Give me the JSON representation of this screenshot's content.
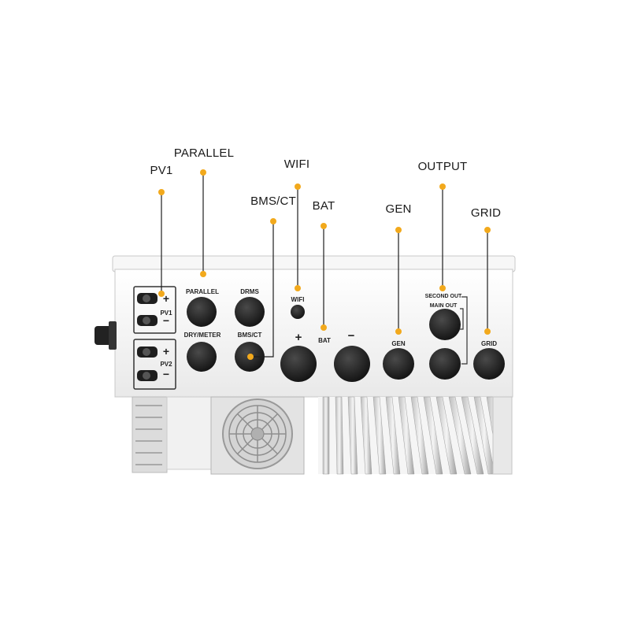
{
  "callouts": {
    "pv1": "PV1",
    "parallel": "PARALLEL",
    "wifi": "WIFI",
    "bms_ct": "BMS/CT",
    "bat": "BAT",
    "gen": "GEN",
    "output": "OUTPUT",
    "grid": "GRID"
  },
  "panel": {
    "parallel": "PARALLEL",
    "drms": "DRMS",
    "dry_meter": "DRY/METER",
    "bms_ct": "BMS/CT",
    "wifi": "WIFI",
    "bat": "BAT",
    "gen": "GEN",
    "grid": "GRID",
    "second_out": "SECOND OUT",
    "main_out": "MAIN OUT",
    "pv1": "PV1",
    "pv2": "PV2",
    "plus": "+",
    "minus": "−"
  },
  "colors": {
    "accent": "#f2a91c",
    "enclosure": "#f4f4f4",
    "connector": "#2a2a2a"
  }
}
